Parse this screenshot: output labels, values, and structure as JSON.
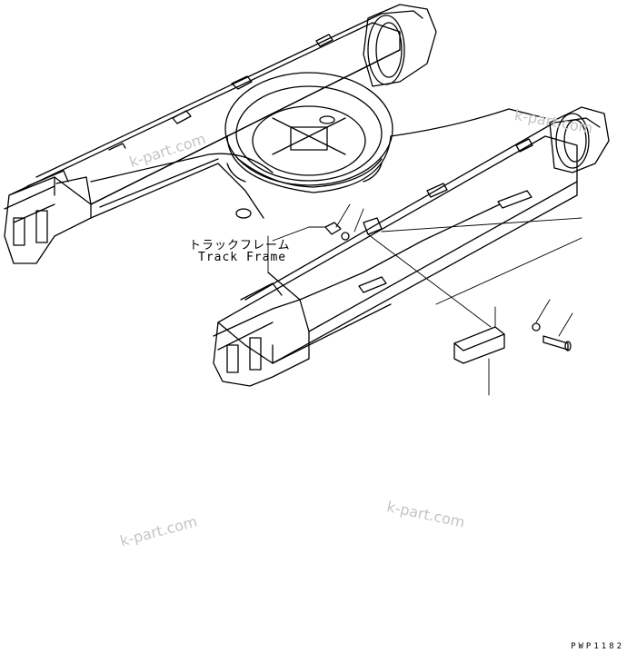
{
  "label": {
    "jp": "トラックフレーム",
    "en": "Track Frame"
  },
  "watermark": "k-part.com",
  "drawing_code": "PWP1182"
}
